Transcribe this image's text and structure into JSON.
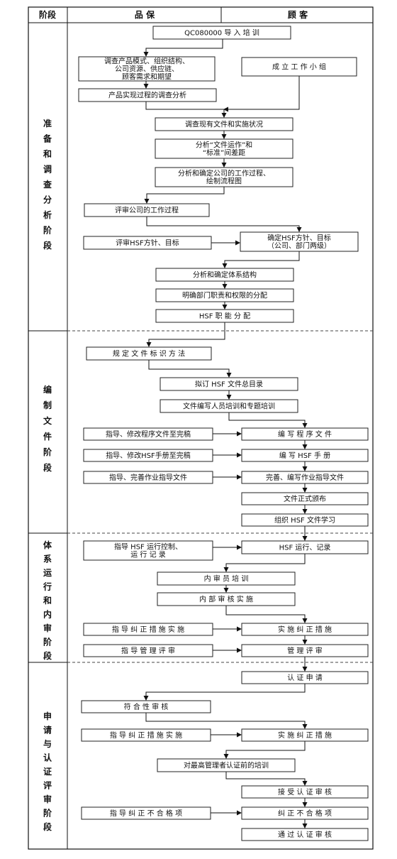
{
  "header": {
    "stage": "阶段",
    "quality": "品 保",
    "customer": "顾 客"
  },
  "phases": [
    {
      "id": "prep",
      "label": "准备和调查分析阶段"
    },
    {
      "id": "docs",
      "label": "编制文件阶段"
    },
    {
      "id": "run",
      "label": "体系运行和内审阶段"
    },
    {
      "id": "cert",
      "label": "申请与认证评审阶段"
    }
  ],
  "boxes": [
    {
      "id": "b1",
      "lines": [
        "QC080000  导 入 培 训"
      ]
    },
    {
      "id": "b2",
      "lines": [
        "调查产品模式、组织结构、",
        "公司资源、供应链、",
        "顾客需求和期望"
      ]
    },
    {
      "id": "b3",
      "lines": [
        "成 立 工 作 小 组"
      ]
    },
    {
      "id": "b4",
      "lines": [
        "产品实现过程的调查分析"
      ]
    },
    {
      "id": "b5",
      "lines": [
        "调查现有文件和实施状况"
      ]
    },
    {
      "id": "b6",
      "lines": [
        "分析“文件运作”和",
        "“标准”间差距"
      ]
    },
    {
      "id": "b7",
      "lines": [
        "分析和确定公司的工作过程、",
        "绘制流程图"
      ]
    },
    {
      "id": "b8",
      "lines": [
        "评审公司的工作过程"
      ]
    },
    {
      "id": "b9",
      "lines": [
        "评审HSF方针、目标"
      ]
    },
    {
      "id": "b10",
      "lines": [
        "确定HSF方针、目标",
        "（公司、部门两级）"
      ]
    },
    {
      "id": "b11",
      "lines": [
        "分析和确定体系结构"
      ]
    },
    {
      "id": "b12",
      "lines": [
        "明确部门职责和权限的分配"
      ]
    },
    {
      "id": "b13",
      "lines": [
        "HSF 职 能 分 配"
      ]
    },
    {
      "id": "b14",
      "lines": [
        "规 定 文 件 标 识 方 法"
      ]
    },
    {
      "id": "b15",
      "lines": [
        "拟订  HSF 文件总目录"
      ]
    },
    {
      "id": "b16",
      "lines": [
        "文件编写人员培训和专题培训"
      ]
    },
    {
      "id": "b17",
      "lines": [
        "指导、修改程序文件至完稿"
      ]
    },
    {
      "id": "b18",
      "lines": [
        "编 写 程 序 文 件"
      ]
    },
    {
      "id": "b19",
      "lines": [
        "指导、修改HSF手册至完稿"
      ]
    },
    {
      "id": "b20",
      "lines": [
        "编 写  HSF  手 册"
      ]
    },
    {
      "id": "b21",
      "lines": [
        "指导、完善作业指导文件"
      ]
    },
    {
      "id": "b22",
      "lines": [
        "完善、编写作业指导文件"
      ]
    },
    {
      "id": "b23",
      "lines": [
        "文件正式颁布"
      ]
    },
    {
      "id": "b24",
      "lines": [
        "组织  HSF 文件学习"
      ]
    },
    {
      "id": "b25",
      "lines": [
        "指导 HSF 运行控制、",
        "运 行 记 录"
      ]
    },
    {
      "id": "b26",
      "lines": [
        "HSF 运行、记录"
      ]
    },
    {
      "id": "b27",
      "lines": [
        "内 审 员 培 训"
      ]
    },
    {
      "id": "b28",
      "lines": [
        "内 部 审 核 实 施"
      ]
    },
    {
      "id": "b29",
      "lines": [
        "指 导 纠 正 措 施 实 施"
      ]
    },
    {
      "id": "b30",
      "lines": [
        "实 施 纠 正 措 施"
      ]
    },
    {
      "id": "b31",
      "lines": [
        "指 导 管 理 评 审"
      ]
    },
    {
      "id": "b32",
      "lines": [
        "管  理  评  审"
      ]
    },
    {
      "id": "b33",
      "lines": [
        "认  证  申  请"
      ]
    },
    {
      "id": "b34",
      "lines": [
        "符 合 性 审 核"
      ]
    },
    {
      "id": "b35",
      "lines": [
        "指 导 纠 正 措 施 实 施"
      ]
    },
    {
      "id": "b36",
      "lines": [
        "实 施 纠 正 措 施"
      ]
    },
    {
      "id": "b37",
      "lines": [
        "对最高管理者认证前的培训"
      ]
    },
    {
      "id": "b38",
      "lines": [
        "接 受 认 证 审 核"
      ]
    },
    {
      "id": "b39",
      "lines": [
        "指 导 纠 正 不 合 格 项"
      ]
    },
    {
      "id": "b40",
      "lines": [
        "纠 正 不 合 格 项"
      ]
    },
    {
      "id": "b41",
      "lines": [
        "通 过 认 证 审 核"
      ]
    }
  ]
}
